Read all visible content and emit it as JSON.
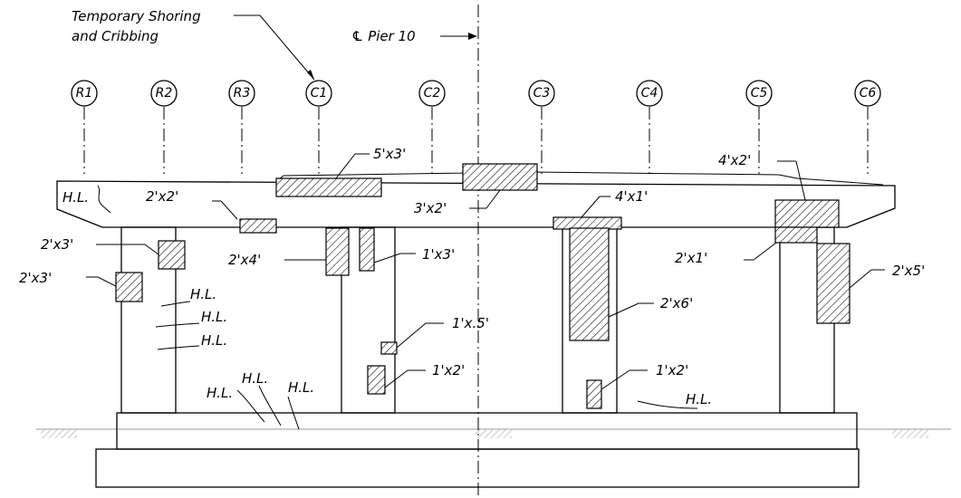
{
  "notes": {
    "shoring_line1": "Temporary Shoring",
    "shoring_line2": "and Cribbing",
    "pier_label": "℄ Pier 10"
  },
  "bubbles": [
    "R1",
    "R2",
    "R3",
    "C1",
    "C2",
    "C3",
    "C4",
    "C5",
    "C6"
  ],
  "patches": {
    "p_5x3": "5'x3'",
    "p_4x2": "4'x2'",
    "p_2x2": "2'x2'",
    "p_3x2": "3'x2'",
    "p_4x1": "4'x1'",
    "p_2x3_a": "2'x3'",
    "p_2x3_b": "2'x3'",
    "p_2x4": "2'x4'",
    "p_1x3": "1'x3'",
    "p_2x1": "2'x1'",
    "p_2x5": "2'x5'",
    "p_2x6": "2'x6'",
    "p_1x05": "1'x.5'",
    "p_1x2_a": "1'x2'",
    "p_1x2_b": "1'x2'"
  },
  "hairlines": {
    "cap": "H.L.",
    "col1_a": "H.L.",
    "col1_b": "H.L.",
    "col1_c": "H.L.",
    "base_a": "H.L.",
    "base_b": "H.L.",
    "base_c": "H.L.",
    "base_right": "H.L."
  }
}
